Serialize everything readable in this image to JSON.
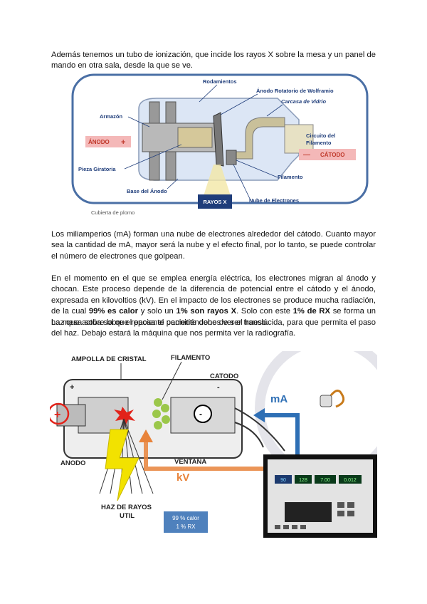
{
  "paragraphs": {
    "p1": "Además tenemos un tubo de ionización, que incide los rayos X sobre la mesa y un panel de mando en otra sala, desde la que se ve.",
    "p2": "Los miliamperios (mA) forman una nube de electrones alrededor del cátodo. Cuanto mayor sea la cantidad de mA, mayor será la nube y el efecto final, por lo tanto, se puede controlar el número de electrones que golpean.",
    "p3_a": "En el momento en el que se emplea energía eléctrica, los electrones migran al ánodo y chocan. Este proceso depende de la diferencia de potencial entre el cátodo y el ánodo, expresada en kilovoltios (kV). En el impacto de los electrones se produce mucha radiación, de la cual ",
    "p3_b": "99% es calor",
    "p3_c": " y solo un ",
    "p3_d": "1% son rayos X",
    "p3_e": ". Solo con este ",
    "p3_f": "1% de RX",
    "p3_g": " se forma un haz que actúa sobre el paciente permitiéndonos ver el hueso.",
    "p4": "La mesa sobre la que reposa el paciente debe de ser translúcida, para que permita el paso del haz. Debajo estará la máquina que nos permita ver la radiografía."
  },
  "figure1": {
    "rodamientos": "Rodamientos",
    "anodo_rotatorio": "Ánodo Rotatorio de Wolframio",
    "carcasa": "Carcasa de Vidrio",
    "armazon": "Armazón",
    "anodo": "ÁNODO",
    "anodo_sign": "+",
    "pieza_giratoria": "Pieza Giratoria",
    "circuito_1": "Circuito del",
    "circuito_2": "Filamento",
    "catodo": "CÁTODO",
    "catodo_sign": "—",
    "filamento": "Filamento",
    "base_anodo": "Base del Ánodo",
    "rayos_x": "RAYOS X",
    "nube": "Nube de Electrones",
    "cubierta": "Cubierta de plomo",
    "colors": {
      "label_blue": "#1f3d7a",
      "box_pink": "#f4b8b8",
      "box_red": "#c0392b",
      "rayos_bg": "#1f3d7a"
    }
  },
  "figure2": {
    "ampolla": "AMPOLLA DE CRISTAL",
    "filamento": "FILAMENTO",
    "catodo": "CATODO",
    "plus": "+",
    "minus": "-",
    "anodo": "ANODO",
    "ventana": "VENTANA",
    "ma": "mA",
    "kv": "kV",
    "haz_1": "HAZ DE RAYOS",
    "haz_2": "UTIL",
    "note_1": "99 % calor",
    "note_2": "1 % RX",
    "display": [
      "90",
      "128",
      "7.00",
      "0.012"
    ],
    "colors": {
      "ma_blue": "#2e6fb5",
      "kv_orange": "#e8833a",
      "note_bg": "#4f81bd",
      "bolt": "#f2e200"
    }
  }
}
